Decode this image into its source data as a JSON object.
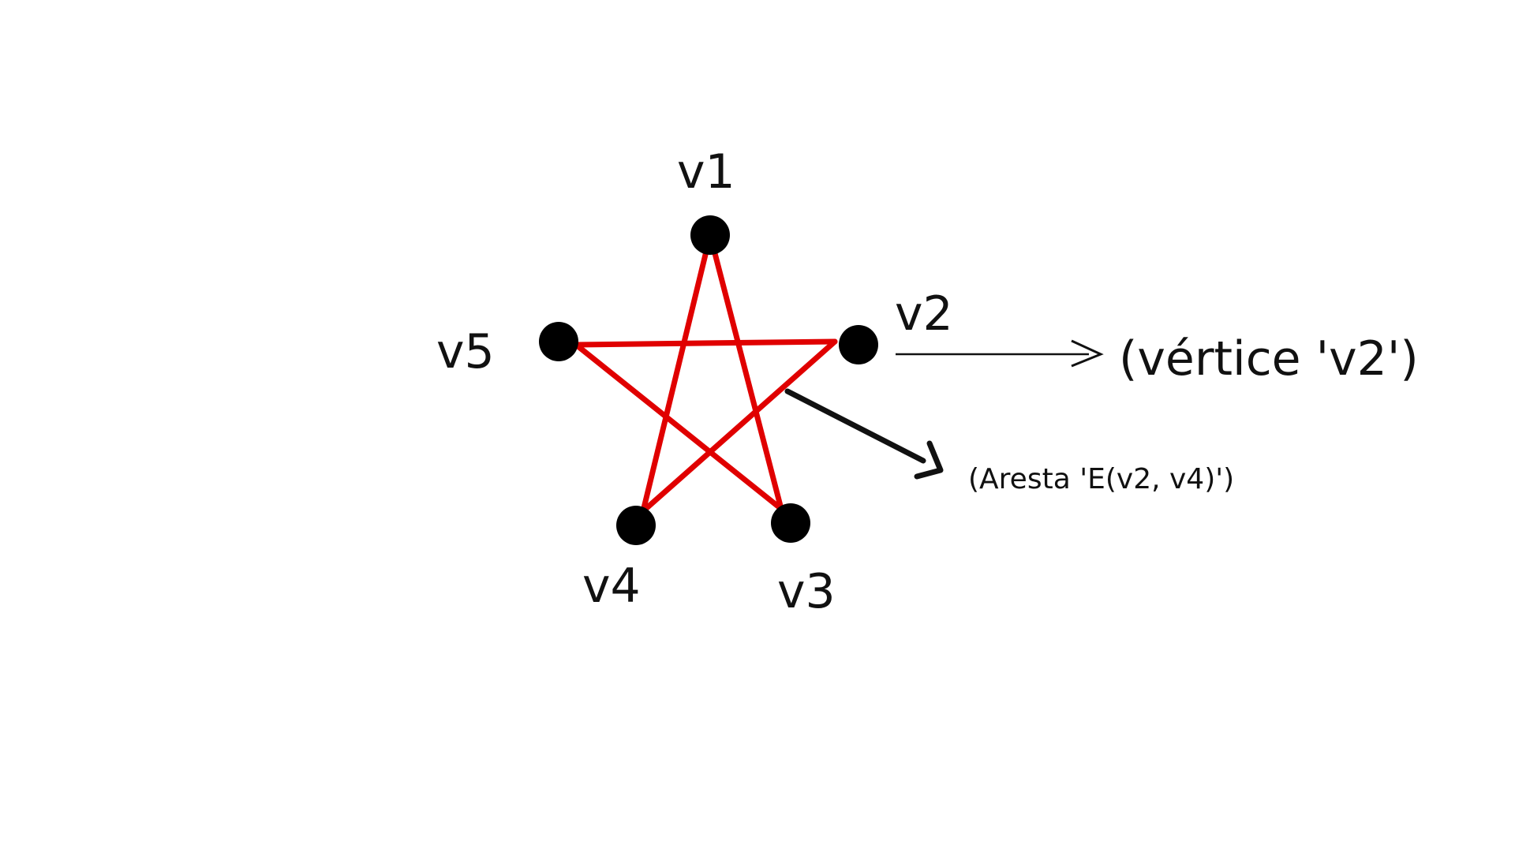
{
  "diagram": {
    "vertices": [
      {
        "id": "v1",
        "label": "v1"
      },
      {
        "id": "v2",
        "label": "v2"
      },
      {
        "id": "v3",
        "label": "v3"
      },
      {
        "id": "v4",
        "label": "v4"
      },
      {
        "id": "v5",
        "label": "v5"
      }
    ],
    "edges": [
      {
        "from": "v1",
        "to": "v3"
      },
      {
        "from": "v1",
        "to": "v4"
      },
      {
        "from": "v5",
        "to": "v2"
      },
      {
        "from": "v5",
        "to": "v3"
      },
      {
        "from": "v2",
        "to": "v4"
      }
    ],
    "annotations": {
      "vertex_label": "(vértice 'v2')",
      "edge_label": "(Aresta 'E(v2, v4)')"
    },
    "colors": {
      "edge": "#e00000",
      "vertex": "#000000",
      "text": "#111111",
      "arrow": "#111111"
    }
  }
}
